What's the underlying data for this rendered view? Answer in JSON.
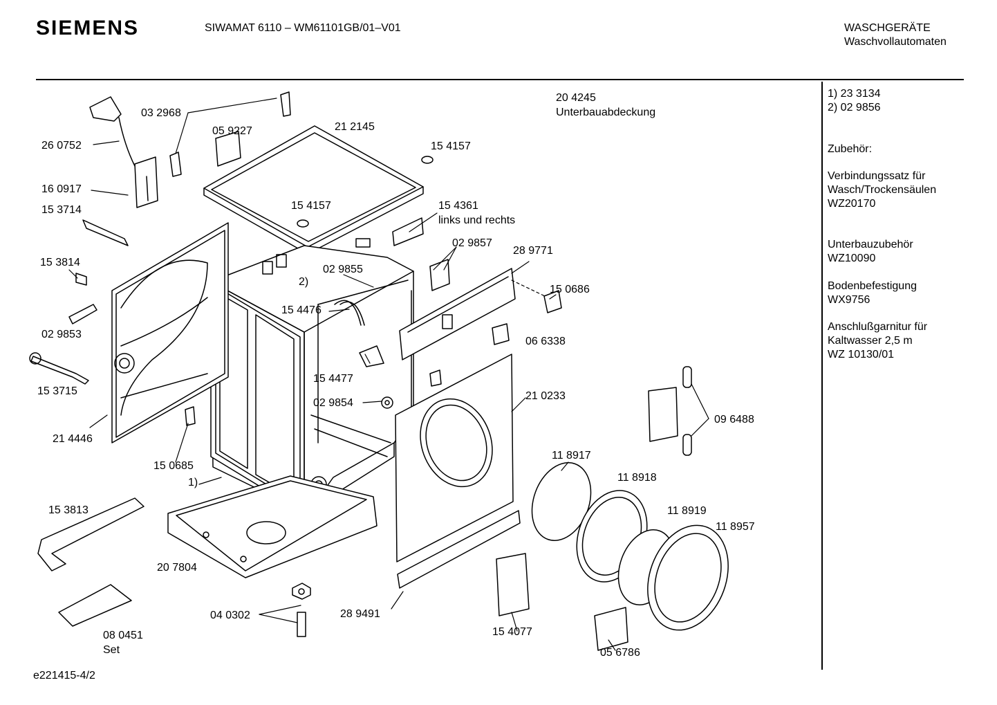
{
  "header": {
    "brand": "SIEMENS",
    "model": "SIWAMAT 6110 – WM61101GB/01–V01",
    "category_line1": "WASCHGERÄTE",
    "category_line2": "Waschvollautomaten"
  },
  "footer": {
    "doc_id": "e221415-4/2"
  },
  "sidebar": {
    "footnote_1": "1) 23 3134",
    "footnote_2": "2) 02 9856",
    "accessories_title": "Zubehör:",
    "groups": [
      {
        "lines": [
          "Verbindungssatz für",
          "Wasch/Trockensäulen",
          "WZ20170"
        ]
      },
      {
        "lines": [
          "Unterbauzubehör",
          "WZ10090"
        ]
      },
      {
        "lines": [
          "Bodenbefestigung",
          "WX9756"
        ]
      },
      {
        "lines": [
          "Anschlußgarnitur für",
          "Kaltwasser 2,5 m",
          "WZ 10130/01"
        ]
      }
    ]
  },
  "parts": {
    "p204245": "20 4245",
    "p204245_desc": "Unterbauabdeckung",
    "p032968": "03 2968",
    "p059227": "05 9227",
    "p212145": "21 2145",
    "p154157a": "15 4157",
    "p154157b": "15 4157",
    "p260752": "26 0752",
    "p160917": "16 0917",
    "p153714": "15 3714",
    "p154361": "15 4361",
    "p154361_desc": "links und rechts",
    "p029857": "02 9857",
    "p289771": "28 9771",
    "p153814": "15 3814",
    "p029855": "02 9855",
    "ref2": "2)",
    "p150686": "15 0686",
    "p154476": "15 4476",
    "p029853": "02 9853",
    "p066338": "06 6338",
    "p154477": "15 4477",
    "p153715": "15 3715",
    "p029854": "02 9854",
    "p210233": "21 0233",
    "p096488": "09 6488",
    "p214446": "21 4446",
    "p150685": "15 0685",
    "p118917": "11 8917",
    "ref1": "1)",
    "p118918": "11 8918",
    "p153813": "15 3813",
    "p118919": "11 8919",
    "p118957": "11 8957",
    "p207804": "20 7804",
    "p040302": "04 0302",
    "p289491": "28 9491",
    "p154077": "15 4077",
    "p080451": "08 0451",
    "p080451_desc": "Set",
    "p056786": "05 6786"
  }
}
